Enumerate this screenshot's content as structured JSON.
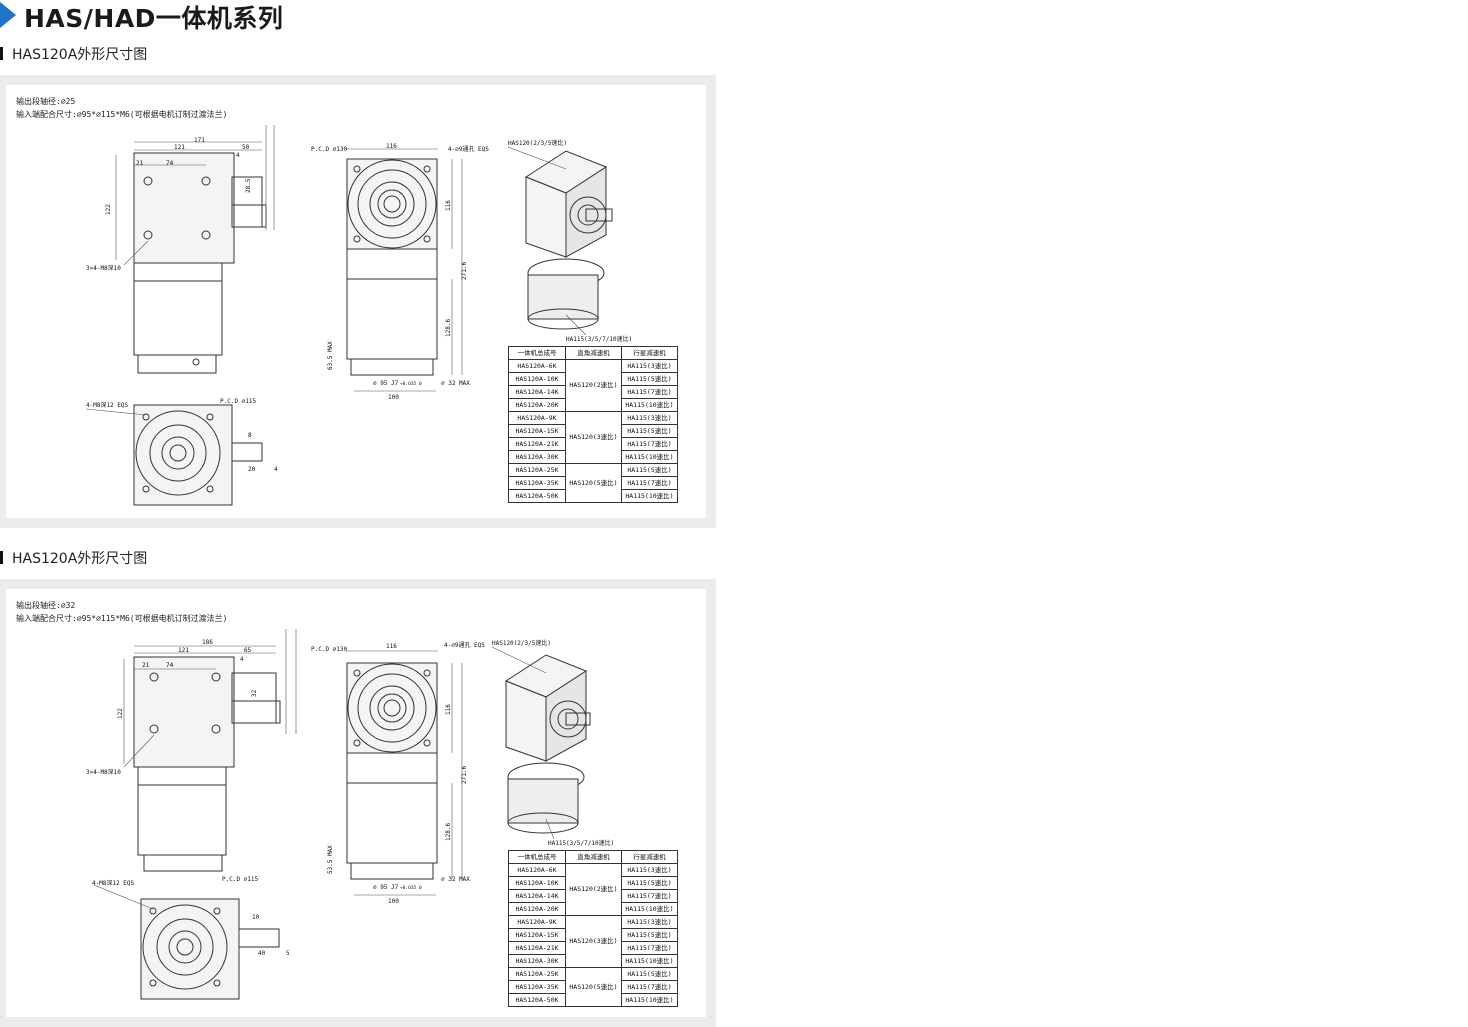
{
  "page": {
    "title": "HAS/HAD一体机系列"
  },
  "sections": [
    {
      "heading": "HAS120A外形尺寸图",
      "specs": [
        "输出段轴径:⌀25",
        "输入端配合尺寸:⌀95*⌀115*M6(可根据电机订制过渡法兰)"
      ],
      "callouts": {
        "top": "HAS120(2/3/5速比)",
        "bottom": "HA115(3/5/7/10速比)"
      },
      "dims": {
        "side_total": "171",
        "side_body": "121",
        "side_shaft": "50",
        "side_small": "4",
        "side_21": "21",
        "side_74": "74",
        "side_height": "122",
        "side_holes": "3×4-M8深10",
        "side_shaft_len": "28.5",
        "pcd_top": "P.C.D ⌀130",
        "holes_top": "4-⌀9通孔 EQS",
        "front_width": "116",
        "front_h1": "116",
        "front_h2": "271.6",
        "front_h3": "128.6",
        "front_flange": "⌀ 95 J7",
        "front_flange_sm": "+0.035 0",
        "front_100": "100",
        "front_max": "⌀ 32 MAX",
        "front_len": "63.5 MAX",
        "bottom_holes": "4-M8深12 EQS",
        "bottom_pcd": "P.C.D ⌀115",
        "bottom_20": "20",
        "bottom_4": "4",
        "bottom_8": "8"
      },
      "table": {
        "headers": [
          "一体机总成号",
          "直角减速机",
          "行星减速机"
        ],
        "groups": [
          {
            "right_angle": "HAS120(2速比)",
            "rows": [
              [
                "HAS120A-6K",
                "HA115(3速比)"
              ],
              [
                "HAS120A-10K",
                "HA115(5速比)"
              ],
              [
                "HAS120A-14K",
                "HA115(7速比)"
              ],
              [
                "HAS120A-20K",
                "HA115(10速比)"
              ]
            ]
          },
          {
            "right_angle": "HAS120(3速比)",
            "rows": [
              [
                "HAS120A-9K",
                "HA115(3速比)"
              ],
              [
                "HAS120A-15K",
                "HA115(5速比)"
              ],
              [
                "HAS120A-21K",
                "HA115(7速比)"
              ],
              [
                "HAS120A-30K",
                "HA115(10速比)"
              ]
            ]
          },
          {
            "right_angle": "HAS120(5速比)",
            "rows": [
              [
                "HAS120A-25K",
                "HA115(5速比)"
              ],
              [
                "HAS120A-35K",
                "HA115(7速比)"
              ],
              [
                "HAS120A-50K",
                "HA115(10速比)"
              ]
            ]
          }
        ]
      }
    },
    {
      "heading": "HAS120A外形尺寸图",
      "specs": [
        "输出段轴径:⌀32",
        "输入端配合尺寸:⌀95*⌀115*M6(可根据电机订制过渡法兰)"
      ],
      "callouts": {
        "top": "HAS120(2/3/5速比)",
        "bottom": "HA115(3/5/7/10速比)"
      },
      "dims": {
        "side_total": "186",
        "side_body": "121",
        "side_shaft": "65",
        "side_small": "4",
        "side_21": "21",
        "side_74": "74",
        "side_height": "122",
        "side_holes": "3×4-M8深10",
        "side_shaft_len": "32",
        "pcd_top": "P.C.D ⌀130",
        "holes_top": "4-⌀9通孔 EQS",
        "front_width": "116",
        "front_h1": "116",
        "front_h2": "271.6",
        "front_h3": "128.6",
        "front_flange": "⌀ 95 J7",
        "front_flange_sm": "+0.035 0",
        "front_100": "100",
        "front_max": "⌀ 32 MAX",
        "front_len": "53.5 MAX",
        "bottom_holes": "4-M8深12 EQS",
        "bottom_pcd": "P.C.D ⌀115",
        "bottom_20": "40",
        "bottom_4": "5",
        "bottom_8": "10"
      },
      "table": {
        "headers": [
          "一体机总成号",
          "直角减速机",
          "行星减速机"
        ],
        "groups": [
          {
            "right_angle": "HAS120(2速比)",
            "rows": [
              [
                "HAS120A-6K",
                "HA115(3速比)"
              ],
              [
                "HAS120A-10K",
                "HA115(5速比)"
              ],
              [
                "HAS120A-14K",
                "HA115(7速比)"
              ],
              [
                "HAS120A-20K",
                "HA115(10速比)"
              ]
            ]
          },
          {
            "right_angle": "HAS120(3速比)",
            "rows": [
              [
                "HAS120A-9K",
                "HA115(3速比)"
              ],
              [
                "HAS120A-15K",
                "HA115(5速比)"
              ],
              [
                "HAS120A-21K",
                "HA115(7速比)"
              ],
              [
                "HAS120A-30K",
                "HA115(10速比)"
              ]
            ]
          },
          {
            "right_angle": "HAS120(5速比)",
            "rows": [
              [
                "HAS120A-25K",
                "HA115(5速比)"
              ],
              [
                "HAS120A-35K",
                "HA115(7速比)"
              ],
              [
                "HAS120A-50K",
                "HA115(10速比)"
              ]
            ]
          }
        ]
      }
    }
  ],
  "colors": {
    "accent": "#1d74c9",
    "panel": "#ececec"
  },
  "icons": {
    "header_marker": "arrow-right-icon"
  }
}
